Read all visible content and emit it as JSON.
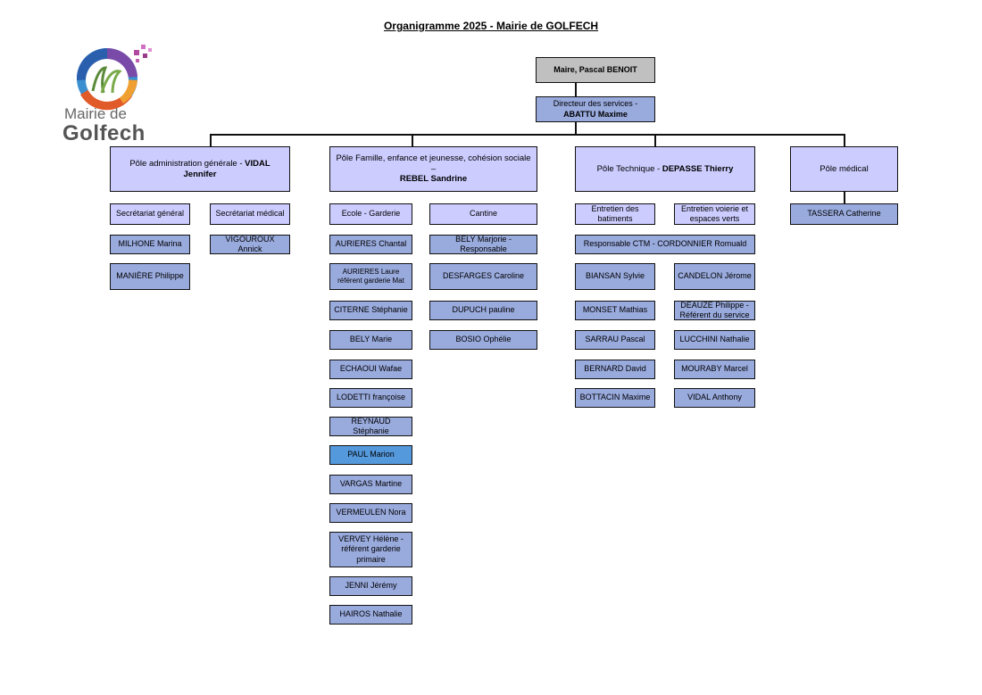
{
  "title": "Organigramme 2025 - Mairie de GOLFECH",
  "logo": {
    "line1": "Mairie de",
    "line2": "Golfech"
  },
  "maire": "Maire, Pascal BENOIT",
  "directeur": {
    "label": "Directeur des services -",
    "name": "ABATTU Maxime"
  },
  "poles": {
    "admin": {
      "label": "Pôle administration générale - ",
      "name": "VIDAL Jennifer"
    },
    "famille": {
      "label": "Pôle Famille, enfance et jeunesse, cohésion sociale –",
      "name": "REBEL Sandrine"
    },
    "technique": {
      "label": "Pôle Technique - ",
      "name": "DEPASSE Thierry"
    },
    "medical": {
      "label": "Pôle médical"
    }
  },
  "admin": {
    "secretariat_general": "Secrétariat général",
    "secretariat_medical": "Secrétariat médical",
    "general_staff": [
      "MILHONE Marina",
      "MANIÈRE Philippe"
    ],
    "medical_staff": [
      "VIGOUROUX Annick"
    ]
  },
  "famille": {
    "ecole": "Ecole - Garderie",
    "cantine": "Cantine",
    "ecole_staff": [
      "AURIERES Chantal",
      "AURIERES Laure référent garderie Mat",
      "CITERNE Stéphanie",
      "BELY Marie",
      "ECHAOUI Wafae",
      "LODETTI françoise",
      "REYNAUD Stéphanie",
      "PAUL Marion",
      "VARGAS Martine",
      "VERMEULEN Nora",
      "VERVEY Hélène - référent garderie primaire",
      "JENNI Jérémy",
      "HAIROS Nathalie"
    ],
    "cantine_staff": [
      "BELY Marjorie - Responsable",
      "DESFARGES Caroline",
      "DUPUCH pauline",
      "BOSIO Ophélie"
    ]
  },
  "technique": {
    "batiments": "Entretien des batiments",
    "voirie": "Entretien voierie et espaces verts",
    "responsable": "Responsable CTM - CORDONNIER Romuald",
    "batiments_staff": [
      "BIANSAN Sylvie",
      "MONSET Mathias",
      "SARRAU Pascal",
      "BERNARD David",
      "BOTTACIN Maxime"
    ],
    "voirie_staff": [
      "CANDELON Jérome",
      "DEAUZE Philippe - Référent du service",
      "LUCCHINI Nathalie",
      "MOURABY Marcel",
      "VIDAL Anthony"
    ]
  },
  "medical": {
    "staff": [
      "TASSERA Catherine"
    ]
  },
  "colors": {
    "lavender": "#ccccff",
    "blue": "#99aadd",
    "gray": "#c0c0c0",
    "highlight": "#5599dd"
  }
}
